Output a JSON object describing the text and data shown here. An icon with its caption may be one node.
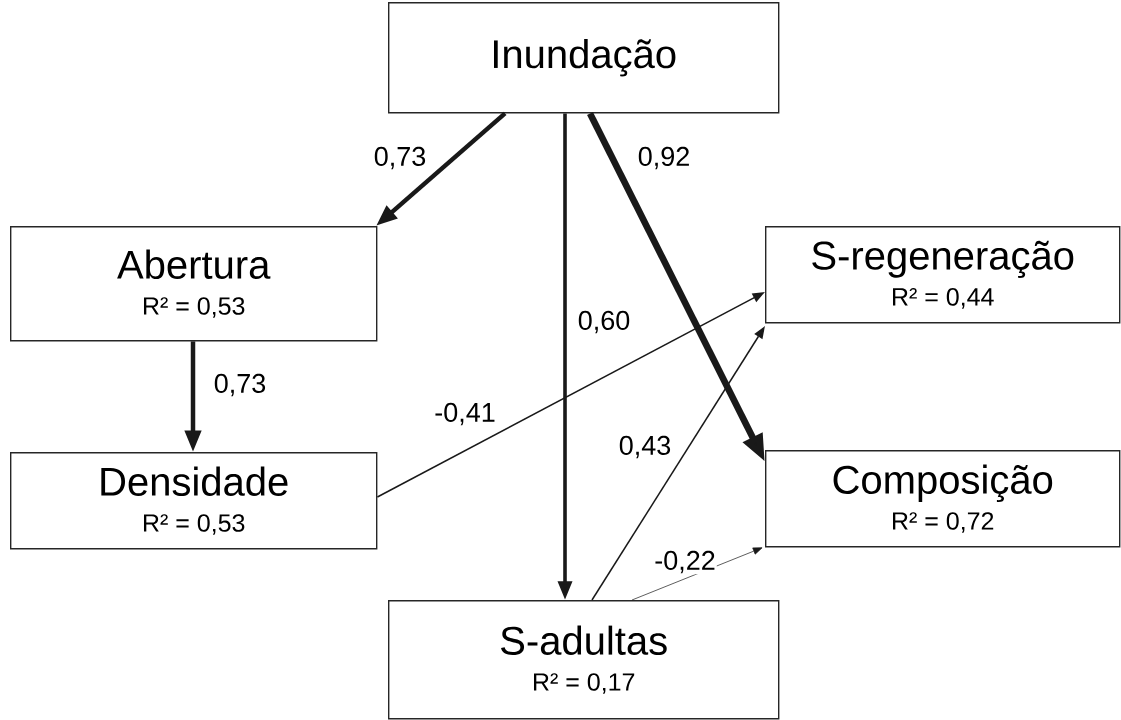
{
  "diagram": {
    "nodes": [
      {
        "text": [
          "Inundação"
        ]
      },
      {
        "text": [
          "Abertura",
          "R² = 0,53"
        ]
      },
      {
        "text": [
          "Densidade",
          "R² = 0,53"
        ]
      },
      {
        "text": [
          "S-regeneração",
          "R² = 0,44"
        ]
      },
      {
        "text": [
          "Composição",
          "R² = 0,72"
        ]
      },
      {
        "text": [
          "S-adultas",
          "R² = 0,17"
        ]
      }
    ],
    "edges": [
      {
        "from": 0,
        "to": 1,
        "arrow": "to",
        "label": "0,73"
      },
      {
        "from": 1,
        "to": 2,
        "arrow": "to",
        "label": "0,73"
      },
      {
        "from": 0,
        "to": 5,
        "arrow": "to",
        "label": "0,60"
      },
      {
        "from": 0,
        "to": 4,
        "arrow": "to",
        "label": "0,92",
        "style": "thick"
      },
      {
        "from": 2,
        "to": 3,
        "arrow": "to",
        "label": "-0,41"
      },
      {
        "from": 5,
        "to": 3,
        "arrow": "to",
        "label": "0,43"
      },
      {
        "from": 5,
        "to": 4,
        "arrow": "to",
        "label": "-0,22"
      }
    ]
  }
}
